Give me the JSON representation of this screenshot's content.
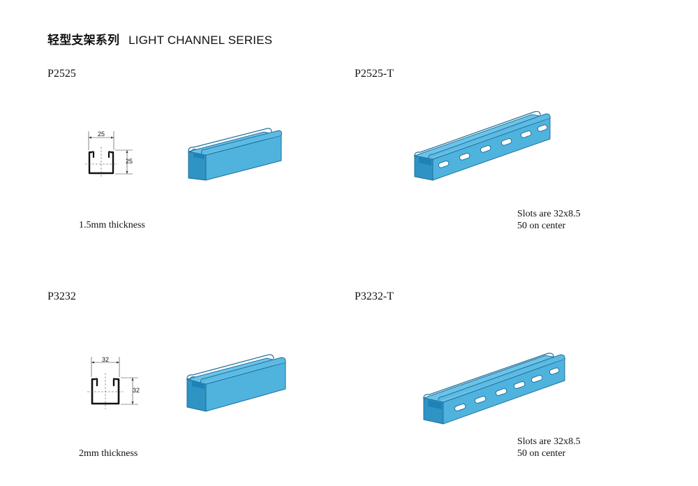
{
  "page": {
    "title_cn": "轻型支架系列",
    "title_en": "LIGHT CHANNEL SERIES"
  },
  "products": [
    {
      "code": "P2525",
      "width": "25",
      "height": "25",
      "note": "1.5mm thickness"
    },
    {
      "code": "P2525-T",
      "note_line1": "Slots are 32x8.5",
      "note_line2": "50 on center"
    },
    {
      "code": "P3232",
      "width": "32",
      "height": "32",
      "note": "2mm thickness"
    },
    {
      "code": "P3232-T",
      "note_line1": "Slots are 32x8.5",
      "note_line2": "50 on center"
    }
  ],
  "colors": {
    "channel_fill": "#4fb3de",
    "channel_shade": "#2f93c4",
    "channel_outline": "#1c6f9c",
    "slot": "#ffffff"
  }
}
